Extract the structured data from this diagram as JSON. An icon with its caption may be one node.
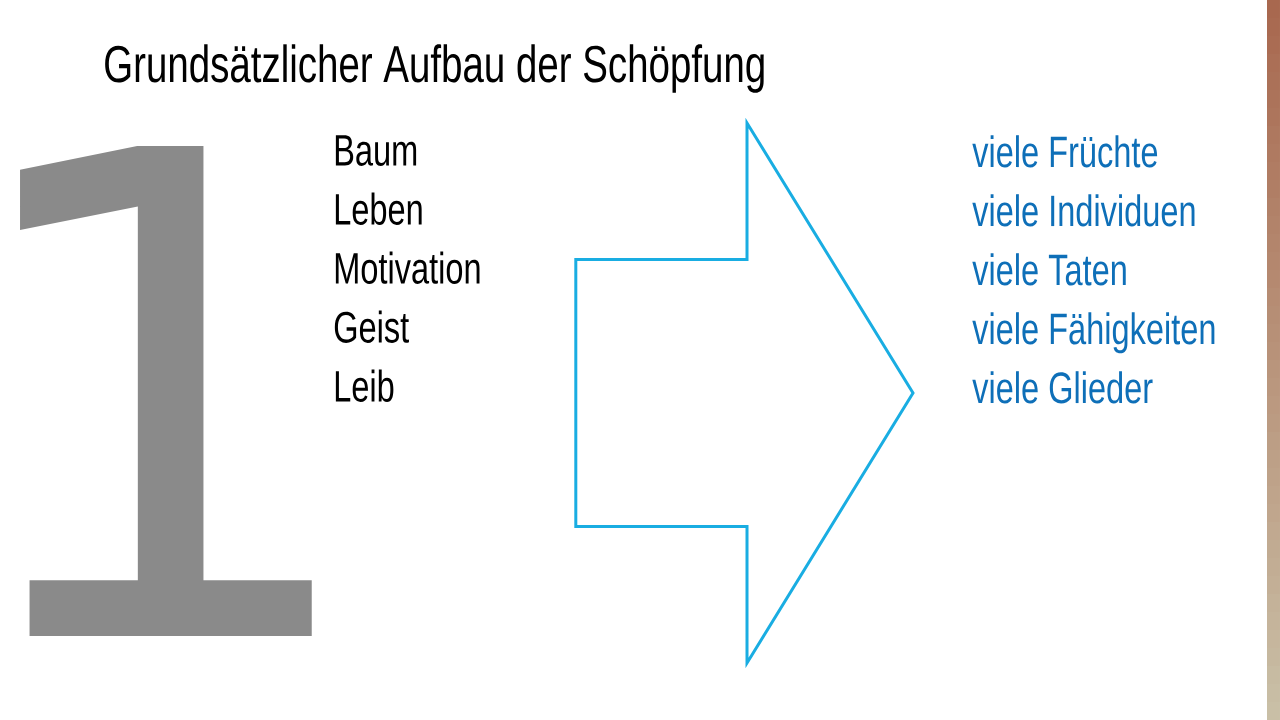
{
  "diagram": {
    "title": "Grundsätzlicher Aufbau der Schöpfung",
    "nodes": [
      {
        "text": [
          "Baum",
          "Leben",
          "Motivation",
          "Geist",
          "Leib"
        ]
      },
      {
        "text": [
          "viele Früchte",
          "viele Individuen",
          "viele Taten",
          "viele Fähigkeiten",
          "viele Glieder"
        ]
      }
    ],
    "edges": [
      {
        "from": 0,
        "to": 1,
        "arrow": "to"
      }
    ],
    "labels": [
      "1"
    ]
  }
}
